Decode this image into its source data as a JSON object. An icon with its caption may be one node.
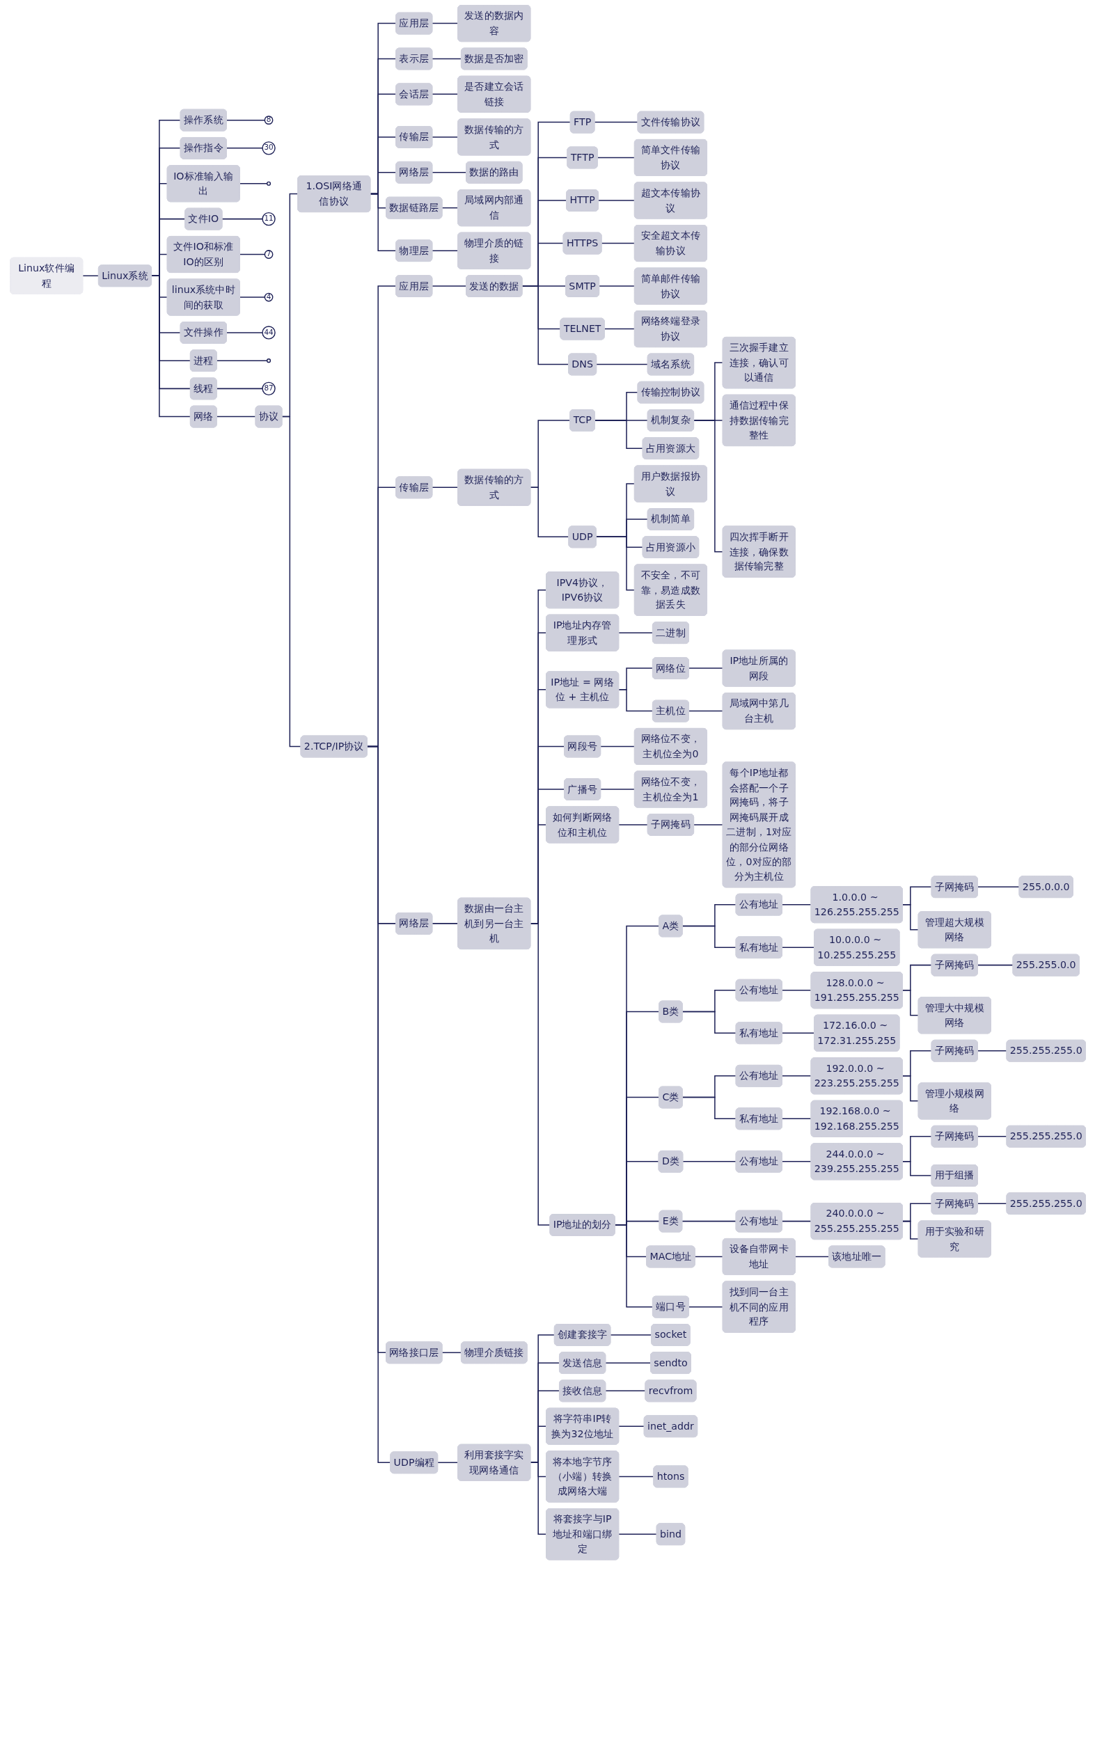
{
  "diagram": {
    "nodes": [
      {
        "text": [
          "Linux软件编程"
        ]
      },
      {
        "text": [
          "Linux系统"
        ]
      },
      {
        "text": [
          "操作系统"
        ]
      },
      {
        "text": [
          "8"
        ]
      },
      {
        "text": [
          "操作指令"
        ]
      },
      {
        "text": [
          "30"
        ]
      },
      {
        "text": [
          "IO标准输入输出"
        ]
      },
      {
        "text": [],
        "shape": "circle"
      },
      {
        "text": [
          "文件IO"
        ]
      },
      {
        "text": [
          "11"
        ]
      },
      {
        "text": [
          "文件IO和标准IO的区别"
        ]
      },
      {
        "text": [
          "7"
        ]
      },
      {
        "text": [
          "linux系统中时间的获取"
        ]
      },
      {
        "text": [
          "4"
        ]
      },
      {
        "text": [
          "文件操作"
        ]
      },
      {
        "text": [
          "44"
        ]
      },
      {
        "text": [
          "进程"
        ]
      },
      {
        "text": [],
        "shape": "circle"
      },
      {
        "text": [
          "线程"
        ]
      },
      {
        "text": [
          "87"
        ]
      },
      {
        "text": [
          "网络"
        ]
      },
      {
        "text": [
          "协议"
        ]
      },
      {
        "text": [
          "1.OSI网络通信协议"
        ]
      },
      {
        "text": [
          "应用层"
        ]
      },
      {
        "text": [
          "发送的数据内容"
        ]
      },
      {
        "text": [
          "表示层"
        ]
      },
      {
        "text": [
          "数据是否加密"
        ]
      },
      {
        "text": [
          "会话层"
        ]
      },
      {
        "text": [
          "是否建立会话链接"
        ]
      },
      {
        "text": [
          "传输层"
        ]
      },
      {
        "text": [
          "数据传输的方式"
        ]
      },
      {
        "text": [
          "网络层"
        ]
      },
      {
        "text": [
          "数据的路由"
        ]
      },
      {
        "text": [
          "数据链路层"
        ]
      },
      {
        "text": [
          "局域网内部通信"
        ]
      },
      {
        "text": [
          "物理层"
        ]
      },
      {
        "text": [
          "物理介质的链接"
        ]
      },
      {
        "text": [
          "2.TCP/IP协议"
        ]
      },
      {
        "text": [
          "应用层"
        ]
      },
      {
        "text": [
          "发送的数据"
        ]
      },
      {
        "text": [
          "FTP"
        ]
      },
      {
        "text": [
          "文件传输协议"
        ]
      },
      {
        "text": [
          "TFTP"
        ]
      },
      {
        "text": [
          "简单文件传输协议"
        ]
      },
      {
        "text": [
          "HTTP"
        ]
      },
      {
        "text": [
          "超文本传输协议"
        ]
      },
      {
        "text": [
          "HTTPS"
        ]
      },
      {
        "text": [
          "安全超文本传输协议"
        ]
      },
      {
        "text": [
          "SMTP"
        ]
      },
      {
        "text": [
          "简单邮件传输协议"
        ]
      },
      {
        "text": [
          "TELNET"
        ]
      },
      {
        "text": [
          "网络终端登录协议"
        ]
      },
      {
        "text": [
          "DNS"
        ]
      },
      {
        "text": [
          "域名系统"
        ]
      },
      {
        "text": [
          "传输层"
        ]
      },
      {
        "text": [
          "数据传输的方式"
        ]
      },
      {
        "text": [
          "TCP"
        ]
      },
      {
        "text": [
          "传输控制协议"
        ]
      },
      {
        "text": [
          "机制复杂"
        ]
      },
      {
        "text": [
          "三次握手建立连接，确认可以通信"
        ]
      },
      {
        "text": [
          "通信过程中保持数据传输完整性"
        ]
      },
      {
        "text": [
          "四次挥手断开连接，确保数据传输完整"
        ]
      },
      {
        "text": [
          "占用资源大"
        ]
      },
      {
        "text": [
          "UDP"
        ]
      },
      {
        "text": [
          "用户数据报协议"
        ]
      },
      {
        "text": [
          "机制简单"
        ]
      },
      {
        "text": [
          "占用资源小"
        ]
      },
      {
        "text": [
          "不安全，不可靠，易造成数据丢失"
        ]
      },
      {
        "text": [
          "网络层"
        ]
      },
      {
        "text": [
          "数据由一台主机到另一台主机"
        ]
      },
      {
        "text": [
          "IPV4协议，IPV6协议"
        ]
      },
      {
        "text": [
          "IP地址内存管理形式"
        ]
      },
      {
        "text": [
          "二进制"
        ]
      },
      {
        "text": [
          "IP地址 = 网络位 + 主机位"
        ]
      },
      {
        "text": [
          "网络位"
        ]
      },
      {
        "text": [
          "IP地址所属的网段"
        ]
      },
      {
        "text": [
          "主机位"
        ]
      },
      {
        "text": [
          "局域网中第几台主机"
        ]
      },
      {
        "text": [
          "网段号"
        ]
      },
      {
        "text": [
          "网络位不变，主机位全为0"
        ]
      },
      {
        "text": [
          "广播号"
        ]
      },
      {
        "text": [
          "网络位不变，主机位全为1"
        ]
      },
      {
        "text": [
          "如何判断网络位和主机位"
        ]
      },
      {
        "text": [
          "子网掩码"
        ]
      },
      {
        "text": [
          "每个IP地址都会搭配一个子网掩码，将子网掩码展开成二进制，1对应的部分位网络位，0对应的部分为主机位"
        ]
      },
      {
        "text": [
          "IP地址的划分"
        ]
      },
      {
        "text": [
          "A类"
        ]
      },
      {
        "text": [
          "公有地址"
        ]
      },
      {
        "text": [
          "1.0.0.0 ~ 126.255.255.255"
        ]
      },
      {
        "text": [
          "子网掩码"
        ]
      },
      {
        "text": [
          "255.0.0.0"
        ]
      },
      {
        "text": [
          "管理超大规模网络"
        ]
      },
      {
        "text": [
          "私有地址"
        ]
      },
      {
        "text": [
          "10.0.0.0 ~ 10.255.255.255"
        ]
      },
      {
        "text": [
          "B类"
        ]
      },
      {
        "text": [
          "公有地址"
        ]
      },
      {
        "text": [
          "128.0.0.0 ~ 191.255.255.255"
        ]
      },
      {
        "text": [
          "子网掩码"
        ]
      },
      {
        "text": [
          "255.255.0.0"
        ]
      },
      {
        "text": [
          "管理大中规模网络"
        ]
      },
      {
        "text": [
          "私有地址"
        ]
      },
      {
        "text": [
          "172.16.0.0 ~ 172.31.255.255"
        ]
      },
      {
        "text": [
          "C类"
        ]
      },
      {
        "text": [
          "公有地址"
        ]
      },
      {
        "text": [
          "192.0.0.0 ~ 223.255.255.255"
        ]
      },
      {
        "text": [
          "子网掩码"
        ]
      },
      {
        "text": [
          "255.255.255.0"
        ]
      },
      {
        "text": [
          "管理小规模网络"
        ]
      },
      {
        "text": [
          "私有地址"
        ]
      },
      {
        "text": [
          "192.168.0.0 ~ 192.168.255.255"
        ]
      },
      {
        "text": [
          "D类"
        ]
      },
      {
        "text": [
          "公有地址"
        ]
      },
      {
        "text": [
          "244.0.0.0 ~ 239.255.255.255"
        ]
      },
      {
        "text": [
          "子网掩码"
        ]
      },
      {
        "text": [
          "255.255.255.0"
        ]
      },
      {
        "text": [
          "用于组播"
        ]
      },
      {
        "text": [
          "E类"
        ]
      },
      {
        "text": [
          "公有地址"
        ]
      },
      {
        "text": [
          "240.0.0.0 ~ 255.255.255.255"
        ]
      },
      {
        "text": [
          "子网掩码"
        ]
      },
      {
        "text": [
          "255.255.255.0"
        ]
      },
      {
        "text": [
          "用于实验和研究"
        ]
      },
      {
        "text": [
          "MAC地址"
        ]
      },
      {
        "text": [
          "设备自带网卡地址"
        ]
      },
      {
        "text": [
          "该地址唯一"
        ]
      },
      {
        "text": [
          "端口号"
        ]
      },
      {
        "text": [
          "找到同一台主机不同的应用程序"
        ]
      },
      {
        "text": [
          "网络接口层"
        ]
      },
      {
        "text": [
          "物理介质链接"
        ]
      },
      {
        "text": [
          "UDP编程"
        ]
      },
      {
        "text": [
          "利用套接字实现网络通信"
        ]
      },
      {
        "text": [
          "创建套接字"
        ]
      },
      {
        "text": [
          "socket"
        ]
      },
      {
        "text": [
          "发送信息"
        ]
      },
      {
        "text": [
          "sendto"
        ]
      },
      {
        "text": [
          "接收信息"
        ]
      },
      {
        "text": [
          "recvfrom"
        ]
      },
      {
        "text": [
          "将字符串IP转换为32位地址"
        ]
      },
      {
        "text": [
          "inet_addr"
        ]
      },
      {
        "text": [
          "将本地字节序（小端）转换成网络大端"
        ]
      },
      {
        "text": [
          "htons"
        ]
      },
      {
        "text": [
          "将套接字与IP地址和端口绑定"
        ]
      },
      {
        "text": [
          "bind"
        ]
      }
    ],
    "edges": [
      {
        "from": 0,
        "to": 1,
        "arrow": "none"
      },
      {
        "from": 1,
        "to": 2,
        "arrow": "none"
      },
      {
        "from": 2,
        "to": 3,
        "arrow": "none"
      },
      {
        "from": 1,
        "to": 4,
        "arrow": "none"
      },
      {
        "from": 4,
        "to": 5,
        "arrow": "none"
      },
      {
        "from": 1,
        "to": 6,
        "arrow": "none"
      },
      {
        "from": 6,
        "to": 7,
        "arrow": "none"
      },
      {
        "from": 1,
        "to": 8,
        "arrow": "none"
      },
      {
        "from": 8,
        "to": 9,
        "arrow": "none"
      },
      {
        "from": 1,
        "to": 10,
        "arrow": "none"
      },
      {
        "from": 10,
        "to": 11,
        "arrow": "none"
      },
      {
        "from": 1,
        "to": 12,
        "arrow": "none"
      },
      {
        "from": 12,
        "to": 13,
        "arrow": "none"
      },
      {
        "from": 1,
        "to": 14,
        "arrow": "none"
      },
      {
        "from": 14,
        "to": 15,
        "arrow": "none"
      },
      {
        "from": 1,
        "to": 16,
        "arrow": "none"
      },
      {
        "from": 16,
        "to": 17,
        "arrow": "none"
      },
      {
        "from": 1,
        "to": 18,
        "arrow": "none"
      },
      {
        "from": 18,
        "to": 19,
        "arrow": "none"
      },
      {
        "from": 1,
        "to": 20,
        "arrow": "none"
      },
      {
        "from": 20,
        "to": 21,
        "arrow": "none"
      },
      {
        "from": 21,
        "to": 22,
        "arrow": "none"
      },
      {
        "from": 22,
        "to": 23,
        "arrow": "none"
      },
      {
        "from": 23,
        "to": 24,
        "arrow": "none"
      },
      {
        "from": 22,
        "to": 25,
        "arrow": "none"
      },
      {
        "from": 25,
        "to": 26,
        "arrow": "none"
      },
      {
        "from": 22,
        "to": 27,
        "arrow": "none"
      },
      {
        "from": 27,
        "to": 28,
        "arrow": "none"
      },
      {
        "from": 22,
        "to": 29,
        "arrow": "none"
      },
      {
        "from": 29,
        "to": 30,
        "arrow": "none"
      },
      {
        "from": 22,
        "to": 31,
        "arrow": "none"
      },
      {
        "from": 31,
        "to": 32,
        "arrow": "none"
      },
      {
        "from": 22,
        "to": 33,
        "arrow": "none"
      },
      {
        "from": 33,
        "to": 34,
        "arrow": "none"
      },
      {
        "from": 22,
        "to": 35,
        "arrow": "none"
      },
      {
        "from": 35,
        "to": 36,
        "arrow": "none"
      },
      {
        "from": 21,
        "to": 37,
        "arrow": "none"
      },
      {
        "from": 37,
        "to": 38,
        "arrow": "none"
      },
      {
        "from": 38,
        "to": 39,
        "arrow": "none"
      },
      {
        "from": 39,
        "to": 40,
        "arrow": "none"
      },
      {
        "from": 40,
        "to": 41,
        "arrow": "none"
      },
      {
        "from": 39,
        "to": 42,
        "arrow": "none"
      },
      {
        "from": 42,
        "to": 43,
        "arrow": "none"
      },
      {
        "from": 39,
        "to": 44,
        "arrow": "none"
      },
      {
        "from": 44,
        "to": 45,
        "arrow": "none"
      },
      {
        "from": 39,
        "to": 46,
        "arrow": "none"
      },
      {
        "from": 46,
        "to": 47,
        "arrow": "none"
      },
      {
        "from": 39,
        "to": 48,
        "arrow": "none"
      },
      {
        "from": 48,
        "to": 49,
        "arrow": "none"
      },
      {
        "from": 39,
        "to": 50,
        "arrow": "none"
      },
      {
        "from": 50,
        "to": 51,
        "arrow": "none"
      },
      {
        "from": 39,
        "to": 52,
        "arrow": "none"
      },
      {
        "from": 52,
        "to": 53,
        "arrow": "none"
      },
      {
        "from": 37,
        "to": 54,
        "arrow": "none"
      },
      {
        "from": 54,
        "to": 55,
        "arrow": "none"
      },
      {
        "from": 55,
        "to": 56,
        "arrow": "none"
      },
      {
        "from": 56,
        "to": 57,
        "arrow": "none"
      },
      {
        "from": 56,
        "to": 58,
        "arrow": "none"
      },
      {
        "from": 58,
        "to": 59,
        "arrow": "none"
      },
      {
        "from": 58,
        "to": 60,
        "arrow": "none"
      },
      {
        "from": 58,
        "to": 61,
        "arrow": "none"
      },
      {
        "from": 56,
        "to": 62,
        "arrow": "none"
      },
      {
        "from": 55,
        "to": 63,
        "arrow": "none"
      },
      {
        "from": 63,
        "to": 64,
        "arrow": "none"
      },
      {
        "from": 63,
        "to": 65,
        "arrow": "none"
      },
      {
        "from": 63,
        "to": 66,
        "arrow": "none"
      },
      {
        "from": 63,
        "to": 67,
        "arrow": "none"
      },
      {
        "from": 37,
        "to": 68,
        "arrow": "none"
      },
      {
        "from": 68,
        "to": 69,
        "arrow": "none"
      },
      {
        "from": 69,
        "to": 70,
        "arrow": "none"
      },
      {
        "from": 69,
        "to": 71,
        "arrow": "none"
      },
      {
        "from": 71,
        "to": 72,
        "arrow": "none"
      },
      {
        "from": 69,
        "to": 73,
        "arrow": "none"
      },
      {
        "from": 73,
        "to": 74,
        "arrow": "none"
      },
      {
        "from": 74,
        "to": 75,
        "arrow": "none"
      },
      {
        "from": 73,
        "to": 76,
        "arrow": "none"
      },
      {
        "from": 76,
        "to": 77,
        "arrow": "none"
      },
      {
        "from": 69,
        "to": 78,
        "arrow": "none"
      },
      {
        "from": 78,
        "to": 79,
        "arrow": "none"
      },
      {
        "from": 69,
        "to": 80,
        "arrow": "none"
      },
      {
        "from": 80,
        "to": 81,
        "arrow": "none"
      },
      {
        "from": 69,
        "to": 82,
        "arrow": "none"
      },
      {
        "from": 82,
        "to": 83,
        "arrow": "none"
      },
      {
        "from": 83,
        "to": 84,
        "arrow": "none"
      },
      {
        "from": 69,
        "to": 85,
        "arrow": "none"
      },
      {
        "from": 85,
        "to": 86,
        "arrow": "none"
      },
      {
        "from": 86,
        "to": 87,
        "arrow": "none"
      },
      {
        "from": 87,
        "to": 88,
        "arrow": "none"
      },
      {
        "from": 88,
        "to": 89,
        "arrow": "none"
      },
      {
        "from": 89,
        "to": 90,
        "arrow": "none"
      },
      {
        "from": 88,
        "to": 91,
        "arrow": "none"
      },
      {
        "from": 86,
        "to": 92,
        "arrow": "none"
      },
      {
        "from": 92,
        "to": 93,
        "arrow": "none"
      },
      {
        "from": 85,
        "to": 94,
        "arrow": "none"
      },
      {
        "from": 94,
        "to": 95,
        "arrow": "none"
      },
      {
        "from": 95,
        "to": 96,
        "arrow": "none"
      },
      {
        "from": 96,
        "to": 97,
        "arrow": "none"
      },
      {
        "from": 97,
        "to": 98,
        "arrow": "none"
      },
      {
        "from": 96,
        "to": 99,
        "arrow": "none"
      },
      {
        "from": 94,
        "to": 100,
        "arrow": "none"
      },
      {
        "from": 100,
        "to": 101,
        "arrow": "none"
      },
      {
        "from": 85,
        "to": 102,
        "arrow": "none"
      },
      {
        "from": 102,
        "to": 103,
        "arrow": "none"
      },
      {
        "from": 103,
        "to": 104,
        "arrow": "none"
      },
      {
        "from": 104,
        "to": 105,
        "arrow": "none"
      },
      {
        "from": 105,
        "to": 106,
        "arrow": "none"
      },
      {
        "from": 104,
        "to": 107,
        "arrow": "none"
      },
      {
        "from": 102,
        "to": 108,
        "arrow": "none"
      },
      {
        "from": 108,
        "to": 109,
        "arrow": "none"
      },
      {
        "from": 85,
        "to": 110,
        "arrow": "none"
      },
      {
        "from": 110,
        "to": 111,
        "arrow": "none"
      },
      {
        "from": 111,
        "to": 112,
        "arrow": "none"
      },
      {
        "from": 112,
        "to": 113,
        "arrow": "none"
      },
      {
        "from": 113,
        "to": 114,
        "arrow": "none"
      },
      {
        "from": 112,
        "to": 115,
        "arrow": "none"
      },
      {
        "from": 85,
        "to": 116,
        "arrow": "none"
      },
      {
        "from": 116,
        "to": 117,
        "arrow": "none"
      },
      {
        "from": 117,
        "to": 118,
        "arrow": "none"
      },
      {
        "from": 118,
        "to": 119,
        "arrow": "none"
      },
      {
        "from": 119,
        "to": 120,
        "arrow": "none"
      },
      {
        "from": 118,
        "to": 121,
        "arrow": "none"
      },
      {
        "from": 85,
        "to": 122,
        "arrow": "none"
      },
      {
        "from": 122,
        "to": 123,
        "arrow": "none"
      },
      {
        "from": 123,
        "to": 124,
        "arrow": "none"
      },
      {
        "from": 85,
        "to": 125,
        "arrow": "none"
      },
      {
        "from": 125,
        "to": 126,
        "arrow": "none"
      },
      {
        "from": 37,
        "to": 127,
        "arrow": "none"
      },
      {
        "from": 127,
        "to": 128,
        "arrow": "none"
      },
      {
        "from": 37,
        "to": 129,
        "arrow": "none"
      },
      {
        "from": 129,
        "to": 130,
        "arrow": "none"
      },
      {
        "from": 130,
        "to": 131,
        "arrow": "none"
      },
      {
        "from": 131,
        "to": 132,
        "arrow": "none"
      },
      {
        "from": 130,
        "to": 133,
        "arrow": "none"
      },
      {
        "from": 133,
        "to": 134,
        "arrow": "none"
      },
      {
        "from": 130,
        "to": 135,
        "arrow": "none"
      },
      {
        "from": 135,
        "to": 136,
        "arrow": "none"
      },
      {
        "from": 130,
        "to": 137,
        "arrow": "none"
      },
      {
        "from": 137,
        "to": 138,
        "arrow": "none"
      },
      {
        "from": 130,
        "to": 139,
        "arrow": "none"
      },
      {
        "from": 139,
        "to": 140,
        "arrow": "none"
      },
      {
        "from": 130,
        "to": 141,
        "arrow": "none"
      },
      {
        "from": 141,
        "to": 142,
        "arrow": "none"
      }
    ]
  }
}
